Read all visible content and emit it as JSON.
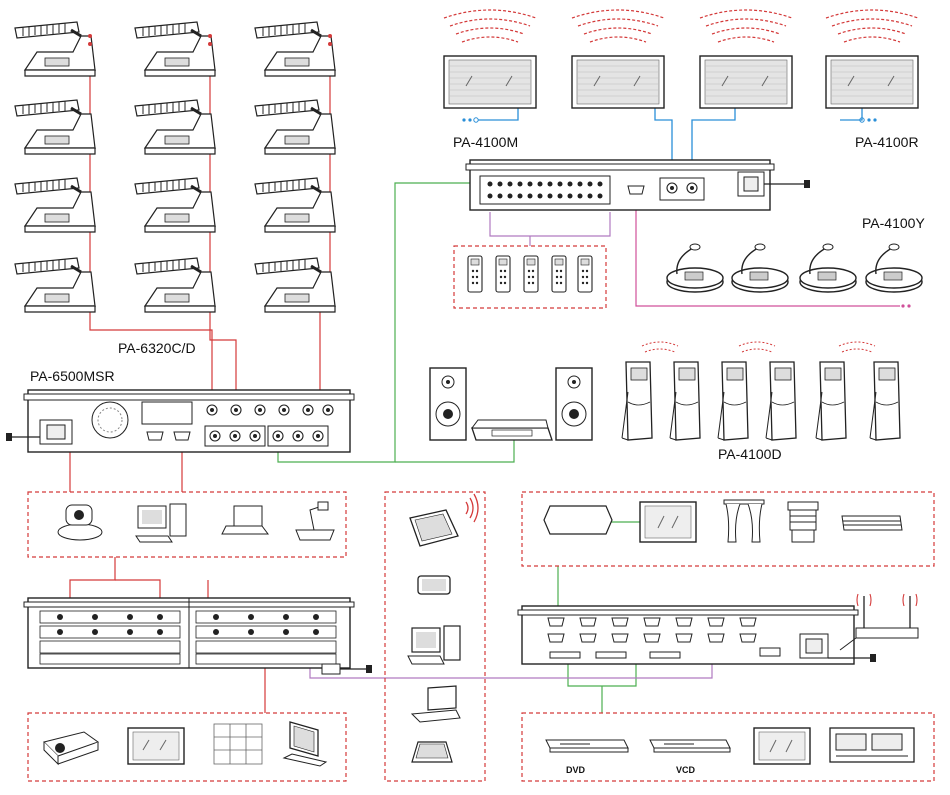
{
  "labels": {
    "mic_unit": "PA-6320C/D",
    "processor": "PA-6500MSR",
    "translator": "PA-4100M",
    "radiator": "PA-4100R",
    "delegate_unit": "PA-4100Y",
    "receiver": "PA-4100D",
    "dvd": "DVD",
    "vcd": "VCD"
  },
  "colors": {
    "link_red": "#d43a3a",
    "link_green": "#4caf50",
    "link_purple": "#b07ac0",
    "link_pink": "#d0509a",
    "link_blue": "#2a8fd8",
    "box_dash": "#d43a3a",
    "device_stroke": "#222222"
  },
  "icons": [
    "microphone-icon",
    "speaker-icon",
    "amplifier-icon",
    "camera-icon",
    "computer-icon",
    "laptop-icon",
    "document-camera-icon",
    "projector-icon",
    "screen-icon",
    "video-wall-icon",
    "monitor-icon",
    "tablet-icon",
    "phone-icon",
    "wifi-icon",
    "remote-icon",
    "radiator-panel-icon",
    "receiver-icon",
    "dvd-player-icon",
    "vcd-player-icon",
    "antenna-icon",
    "power-plug-icon",
    "curtain-icon",
    "lift-icon",
    "light-bar-icon"
  ]
}
